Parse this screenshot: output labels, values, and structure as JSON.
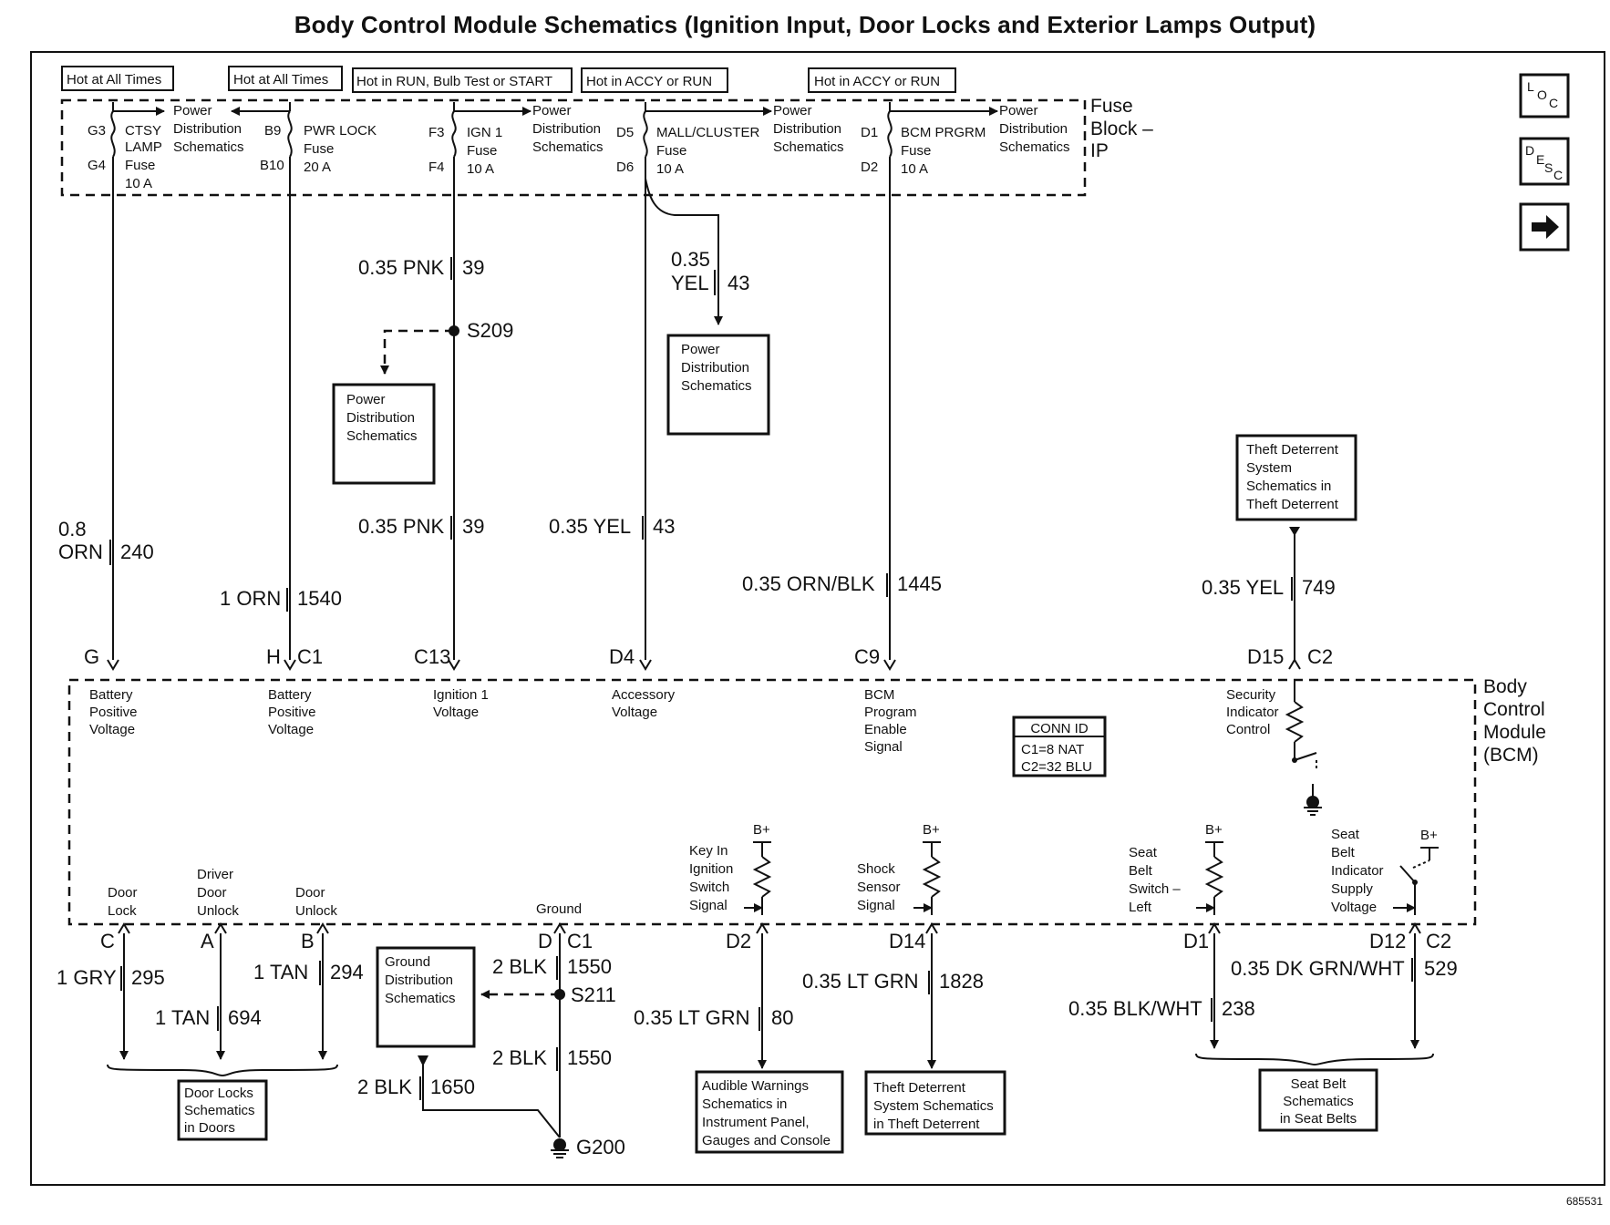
{
  "title": "Body Control Module Schematics (Ignition Input, Door Locks and Exterior Lamps Output)",
  "figure_number": "685531",
  "nav_icons": [
    "loc-icon",
    "desc-icon",
    "next-arrow-icon"
  ],
  "hot_labels": [
    "Hot at All Times",
    "Hot at All Times",
    "Hot in RUN, Bulb Test or START",
    "Hot in ACCY or RUN",
    "Hot in ACCY or RUN"
  ],
  "fuse_block": {
    "label": [
      "Fuse",
      "Block –",
      "IP"
    ],
    "fuses": [
      {
        "pins": [
          "G3",
          "G4"
        ],
        "name": [
          "CTSY",
          "LAMP",
          "Fuse",
          "10 A"
        ],
        "ref": [
          "Power",
          "Distribution",
          "Schematics"
        ]
      },
      {
        "pins": [
          "B9",
          "B10"
        ],
        "name": [
          "PWR LOCK",
          "Fuse",
          "20 A"
        ]
      },
      {
        "pins": [
          "F3",
          "F4"
        ],
        "name": [
          "IGN 1",
          "Fuse",
          "10 A"
        ],
        "ref": [
          "Power",
          "Distribution",
          "Schematics"
        ]
      },
      {
        "pins": [
          "D5",
          "D6"
        ],
        "name": [
          "MALL/CLUSTER",
          "Fuse",
          "10 A"
        ],
        "ref": [
          "Power",
          "Distribution",
          "Schematics"
        ]
      },
      {
        "pins": [
          "D1",
          "D2"
        ],
        "name": [
          "BCM PRGRM",
          "Fuse",
          "10 A"
        ],
        "ref": [
          "Power",
          "Distribution",
          "Schematics"
        ]
      }
    ]
  },
  "wires_top": {
    "pnk_a": {
      "gauge": "0.35 PNK",
      "circuit": "39"
    },
    "splice_s209": "S209",
    "pd_box_left": [
      "Power",
      "Distribution",
      "Schematics"
    ],
    "yel_a": {
      "gauge": [
        "0.35",
        "YEL"
      ],
      "circuit": "43"
    },
    "pd_box_right": [
      "Power",
      "Distribution",
      "Schematics"
    ],
    "orn_g": {
      "gauge": [
        "0.8",
        "ORN"
      ],
      "circuit": "240"
    },
    "orn_h": {
      "gauge": "1 ORN",
      "circuit": "1540"
    },
    "pnk_b": {
      "gauge": "0.35 PNK",
      "circuit": "39"
    },
    "yel_b": {
      "gauge": "0.35 YEL",
      "circuit": "43"
    },
    "orn_blk": {
      "gauge": "0.35 ORN/BLK",
      "circuit": "1445"
    },
    "theft_box": [
      "Theft Deterrent",
      "System",
      "Schematics in",
      "Theft Deterrent"
    ],
    "yel_749": {
      "gauge": "0.35 YEL",
      "circuit": "749"
    }
  },
  "bcm_top_pins": [
    {
      "pin": "G",
      "conn": "",
      "desc": [
        "Battery",
        "Positive",
        "Voltage"
      ]
    },
    {
      "pin": "H",
      "conn": "C1",
      "desc": [
        "Battery",
        "Positive",
        "Voltage"
      ]
    },
    {
      "pin": "C13",
      "conn": "",
      "desc": [
        "Ignition 1",
        "Voltage"
      ]
    },
    {
      "pin": "D4",
      "conn": "",
      "desc": [
        "Accessory",
        "Voltage"
      ]
    },
    {
      "pin": "C9",
      "conn": "",
      "desc": [
        "BCM",
        "Program",
        "Enable",
        "Signal"
      ]
    },
    {
      "pin": "D15",
      "conn": "C2",
      "desc": [
        "Security",
        "Indicator",
        "Control"
      ]
    }
  ],
  "bcm_label": [
    "Body",
    "Control",
    "Module",
    "(BCM)"
  ],
  "conn_id": {
    "title": "CONN ID",
    "lines": [
      "C1=8 NAT",
      "C2=32 BLU"
    ]
  },
  "bcm_bottom_pins": [
    {
      "pin": "C",
      "conn": "",
      "desc": [
        "Door",
        "Lock"
      ]
    },
    {
      "pin": "A",
      "conn": "",
      "desc": [
        "Driver",
        "Door",
        "Unlock"
      ]
    },
    {
      "pin": "B",
      "conn": "",
      "desc": [
        "Door",
        "Unlock"
      ]
    },
    {
      "pin": "D",
      "conn": "C1",
      "desc": [
        "Ground"
      ]
    },
    {
      "pin": "D2",
      "conn": "",
      "desc": [
        "Key In",
        "Ignition",
        "Switch",
        "Signal"
      ]
    },
    {
      "pin": "D14",
      "conn": "",
      "desc": [
        "Shock",
        "Sensor",
        "Signal"
      ]
    },
    {
      "pin": "D1",
      "conn": "",
      "desc": [
        "Seat",
        "Belt",
        "Switch –",
        "Left"
      ]
    },
    {
      "pin": "D12",
      "conn": "C2",
      "desc": [
        "Seat",
        "Belt",
        "Indicator",
        "Supply",
        "Voltage"
      ]
    }
  ],
  "bplus": "B+",
  "wires_bottom": {
    "gry": {
      "gauge": "1 GRY",
      "circuit": "295"
    },
    "tan_a": {
      "gauge": "1 TAN",
      "circuit": "694"
    },
    "tan_b": {
      "gauge": "1 TAN",
      "circuit": "294"
    },
    "blk_1550a": {
      "gauge": "2 BLK",
      "circuit": "1550"
    },
    "splice_s211": "S211",
    "blk_1550b": {
      "gauge": "2 BLK",
      "circuit": "1550"
    },
    "blk_1650": {
      "gauge": "2 BLK",
      "circuit": "1650"
    },
    "ground_g200": "G200",
    "ground_box": [
      "Ground",
      "Distribution",
      "Schematics"
    ],
    "ltgrn_80": {
      "gauge": "0.35 LT GRN",
      "circuit": "80"
    },
    "ltgrn_1828": {
      "gauge": "0.35 LT GRN",
      "circuit": "1828"
    },
    "blkwht": {
      "gauge": "0.35 BLK/WHT",
      "circuit": "238"
    },
    "dkgrn": {
      "gauge": "0.35 DK GRN/WHT",
      "circuit": "529"
    }
  },
  "ref_boxes": {
    "door_locks": [
      "Door Locks",
      "Schematics",
      "in Doors"
    ],
    "audible": [
      "Audible Warnings",
      "Schematics in",
      "Instrument Panel,",
      "Gauges and Console"
    ],
    "theft": [
      "Theft Deterrent",
      "System Schematics",
      "in Theft Deterrent"
    ],
    "seat_belt": [
      "Seat Belt",
      "Schematics",
      "in Seat Belts"
    ]
  }
}
